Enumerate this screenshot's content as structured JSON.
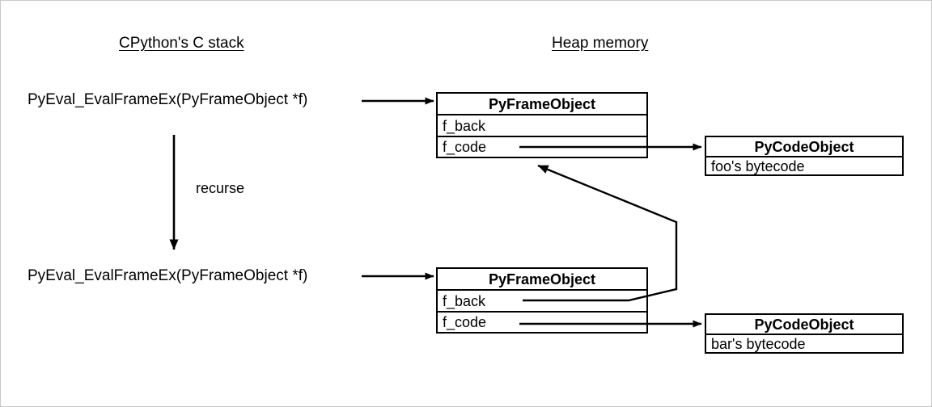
{
  "diagram": {
    "title_stack": "CPython's C stack",
    "title_heap": "Heap memory",
    "recurse_label": "recurse",
    "call_label_top": "PyEval_EvalFrameEx(PyFrameObject *f)",
    "call_label_bottom": "PyEval_EvalFrameEx(PyFrameObject *f)",
    "frame_top": {
      "title": "PyFrameObject",
      "field_back": "f_back",
      "field_code": "f_code"
    },
    "frame_bottom": {
      "title": "PyFrameObject",
      "field_back": "f_back",
      "field_code": "f_code"
    },
    "code_top": {
      "title": "PyCodeObject",
      "body": "foo's bytecode"
    },
    "code_bottom": {
      "title": "PyCodeObject",
      "body": "bar's bytecode"
    },
    "colors": {
      "stroke": "#000000",
      "background": "#ffffff",
      "border": "#c8c8c8"
    }
  }
}
